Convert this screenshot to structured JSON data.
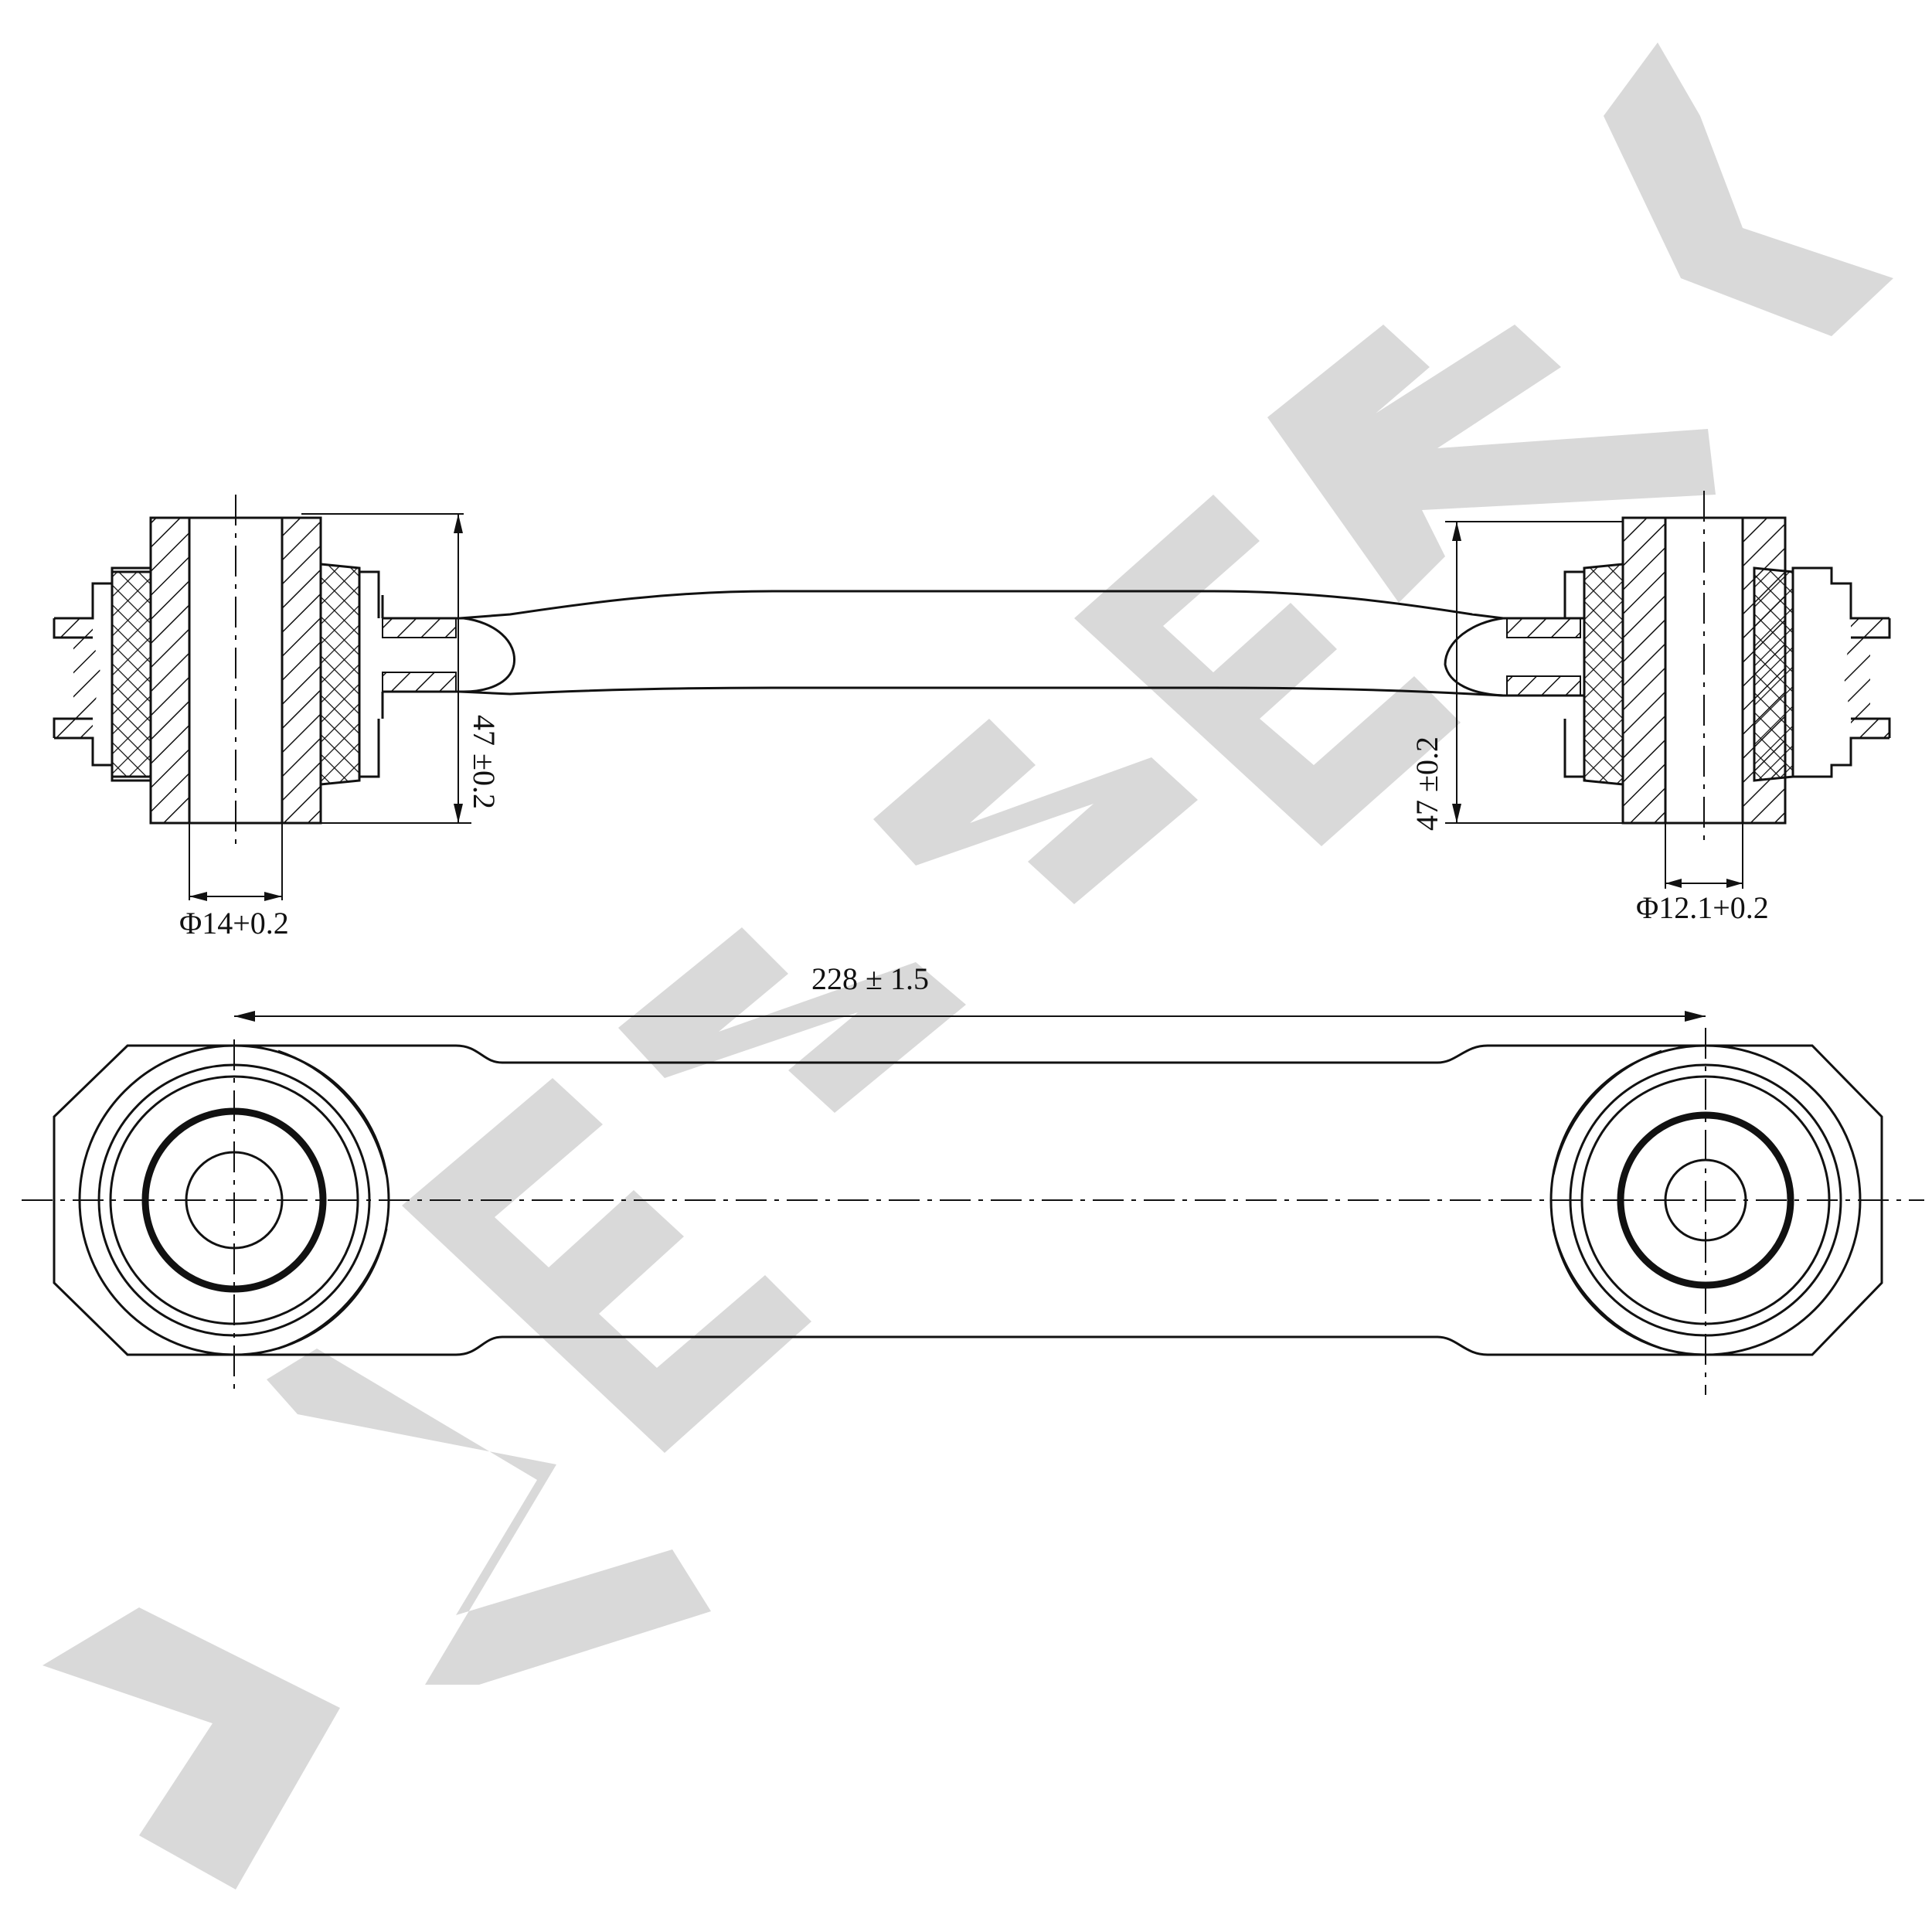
{
  "watermark": {
    "text": "ZENNEK",
    "color": "#d9d9d9"
  },
  "dimensions": {
    "left_bushing_height": "47 ±0.2",
    "right_bushing_height": "47 ±0.2",
    "left_bore_diameter": "Φ14+0.2",
    "right_bore_diameter": "Φ12.1+0.2",
    "center_distance": "228 ± 1.5"
  },
  "views": [
    "side-section-view",
    "top-view"
  ]
}
